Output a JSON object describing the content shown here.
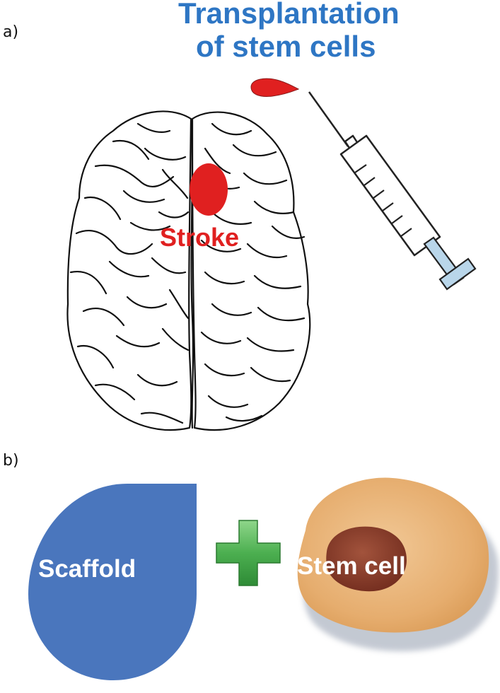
{
  "panel_a": {
    "label": "a)",
    "title_line1": "Transplantation",
    "title_line2": "of stem cells",
    "stroke_label": "Stroke"
  },
  "panel_b": {
    "label": "b)",
    "scaffold_label": "Scaffold",
    "stem_cell_label": "Stem cell"
  },
  "colors": {
    "title_blue": "#2e76c4",
    "stroke_red": "#e02020",
    "scaffold_blue": "#4a76bd",
    "plus_green": "#4caf50",
    "cell_orange": "#e9b57d",
    "nucleus_brown": "#8b3a2a",
    "plunger_blue": "#b9d6ea"
  }
}
